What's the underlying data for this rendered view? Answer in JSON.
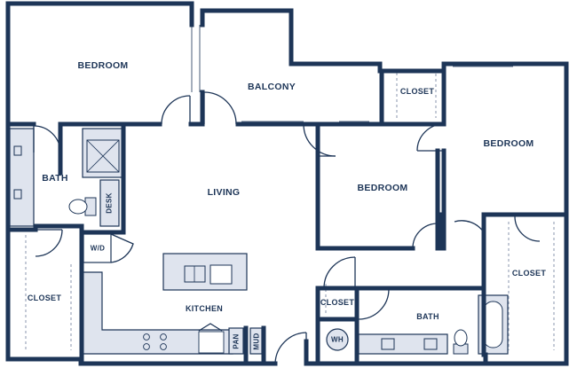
{
  "rooms": {
    "bedroom_1": "BEDROOM",
    "balcony": "BALCONY",
    "closet_top": "CLOSET",
    "bedroom_2": "BEDROOM",
    "bath_left": "BATH",
    "living": "LIVING",
    "bedroom_3": "BEDROOM",
    "desk": "DESK",
    "wd": "W/D",
    "closet_right": "CLOSET",
    "closet_left": "CLOSET",
    "closet_small": "CLOSET",
    "kitchen": "KITCHEN",
    "bath_right": "BATH",
    "pan": "PAN",
    "mud": "MUD",
    "wh": "WH"
  },
  "colors": {
    "wall": "#1d3557",
    "fixture_fill": "#dfe4ee",
    "closet_line": "#8896ad",
    "background": "#ffffff"
  }
}
